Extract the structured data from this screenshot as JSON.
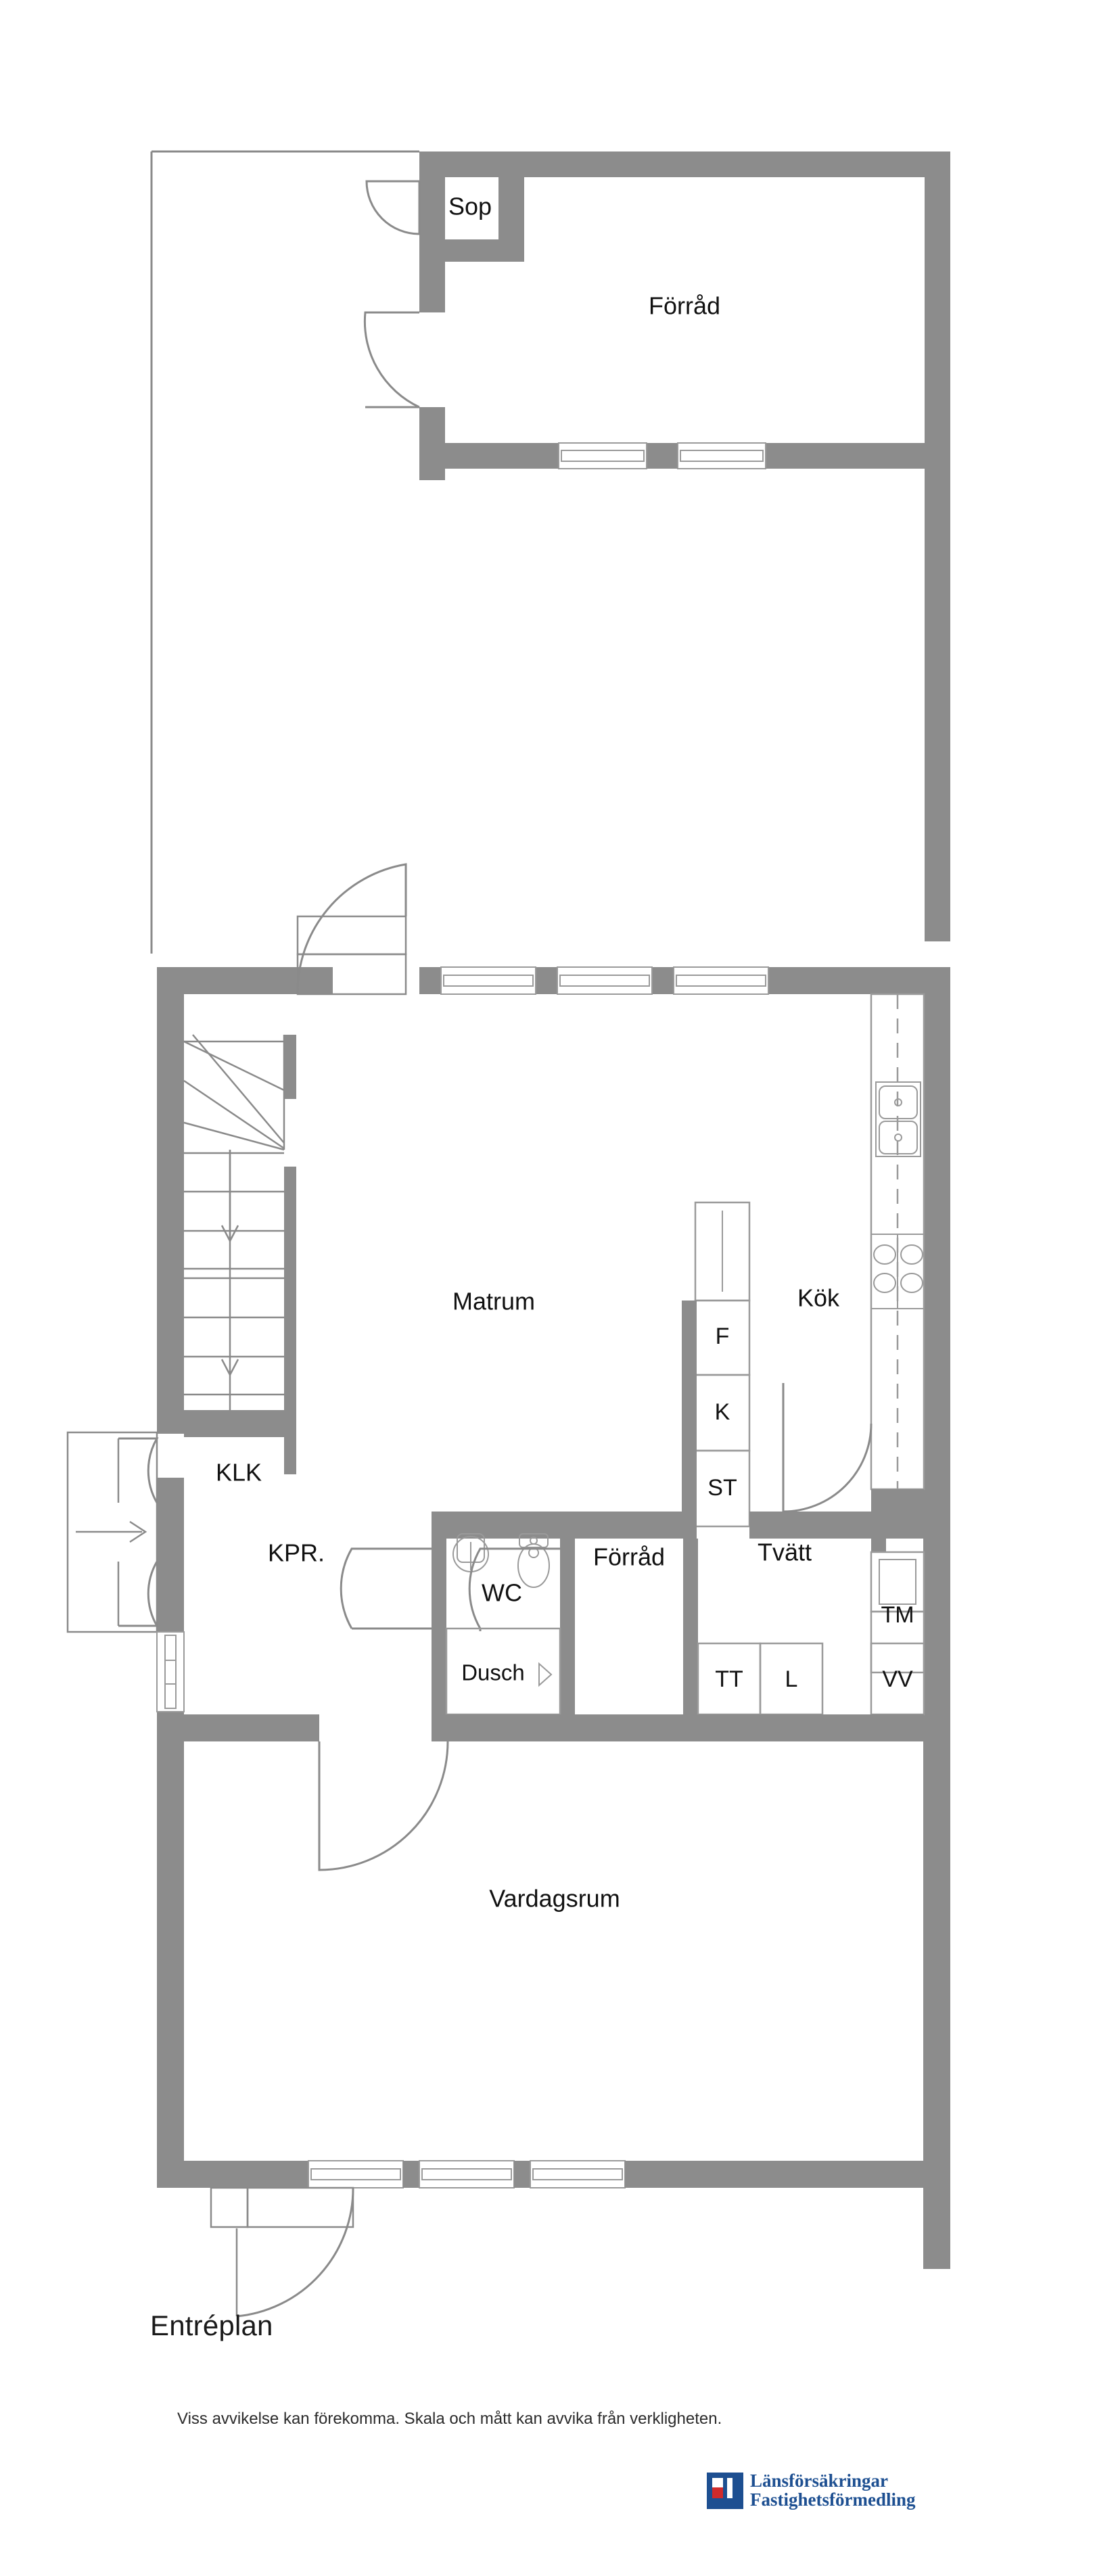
{
  "document": {
    "plan_title": "Entréplan",
    "disclaimer": "Viss avvikelse kan förekomma. Skala och mått kan avvika från verkligheten.",
    "wall_color": "#8c8c8c",
    "line_color": "#8a8a8a",
    "background_color": "#ffffff"
  },
  "brand": {
    "line1": "Länsförsäkringar",
    "line2": "Fastighetsförmedling",
    "brand_blue": "#1d4f91",
    "brand_red": "#d12b2b"
  },
  "rooms": {
    "sop": "Sop",
    "forrad_top": "Förråd",
    "matrum": "Matrum",
    "kok": "Kök",
    "klk": "KLK",
    "kpr": "KPR.",
    "wc": "WC",
    "dusch": "Dusch",
    "forrad_mid": "Förråd",
    "tvatt": "Tvätt",
    "vardagsrum": "Vardagsrum"
  },
  "appliances": {
    "fridge": "F",
    "freezer": "K",
    "pantry": "ST",
    "tumble_dryer": "TM",
    "drying_cabinet": "TT",
    "laundry": "L",
    "water_heater": "VV"
  }
}
